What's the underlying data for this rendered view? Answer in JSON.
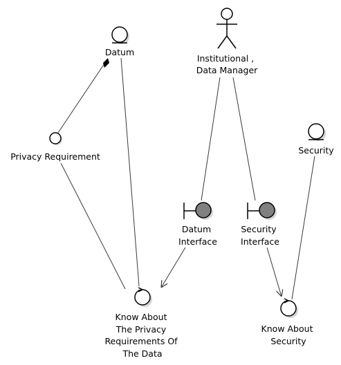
{
  "nodes": {
    "datum": {
      "label": [
        "Datum"
      ]
    },
    "privacy_requirement": {
      "label": [
        "Privacy Requirement"
      ]
    },
    "actor": {
      "label": [
        "Institutional ,",
        "Data Manager"
      ]
    },
    "security": {
      "label": [
        "Security"
      ]
    },
    "datum_interface": {
      "label": [
        "Datum",
        "Interface"
      ]
    },
    "security_interface": {
      "label": [
        "Security",
        "Interface"
      ]
    },
    "know_privacy": {
      "label": [
        "Know About",
        "The Privacy",
        "Requirements Of",
        "The Data"
      ]
    },
    "know_security": {
      "label": [
        "Know About",
        "Security"
      ]
    }
  }
}
